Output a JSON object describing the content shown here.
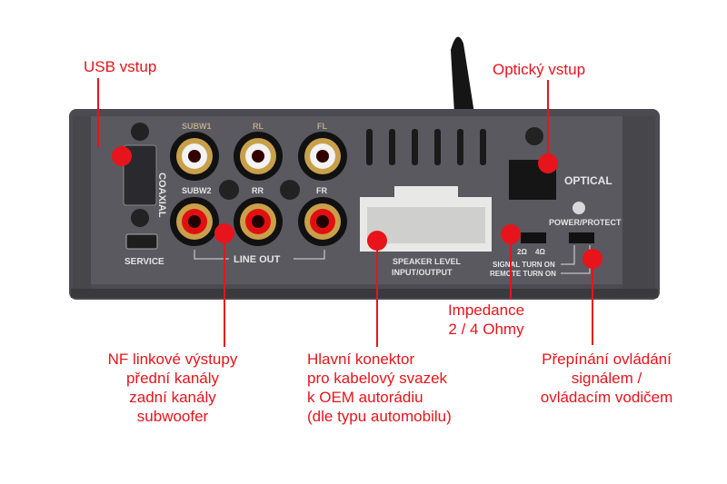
{
  "device_labels": {
    "coaxial": "COAXIAL",
    "service": "SERVICE",
    "subw1": "SUBW1",
    "rl": "RL",
    "fl": "FL",
    "subw2": "SUBW2",
    "rr": "RR",
    "fr": "FR",
    "line_out": "LINE OUT",
    "speaker_level_1": "SPEAKER LEVEL",
    "speaker_level_2": "INPUT/OUTPUT",
    "optical": "OPTICAL",
    "power_protect": "POWER/PROTECT",
    "imp_2": "2Ω",
    "imp_4": "4Ω",
    "signal_turn_on": "SIGNAL TURN ON",
    "remote_turn_on": "REMOTE TURN ON"
  },
  "annotations": {
    "usb": [
      "USB vstup"
    ],
    "optical": [
      "Optický vstup"
    ],
    "line_out": [
      "NF linkové výstupy",
      "přední kanály",
      "zadní kanály",
      "subwoofer"
    ],
    "connector": [
      "Hlavní konektor",
      "pro kabelový svazek",
      "k OEM autorádiu",
      "(dle typu automobilu)"
    ],
    "impedance": [
      "Impedance",
      "2 / 4 Ohmy"
    ],
    "switch": [
      "Přepínání ovládání",
      "signálem /",
      "ovládacím vodičem"
    ]
  },
  "colors": {
    "annotation": "#e8141b",
    "device": "#55545a"
  }
}
